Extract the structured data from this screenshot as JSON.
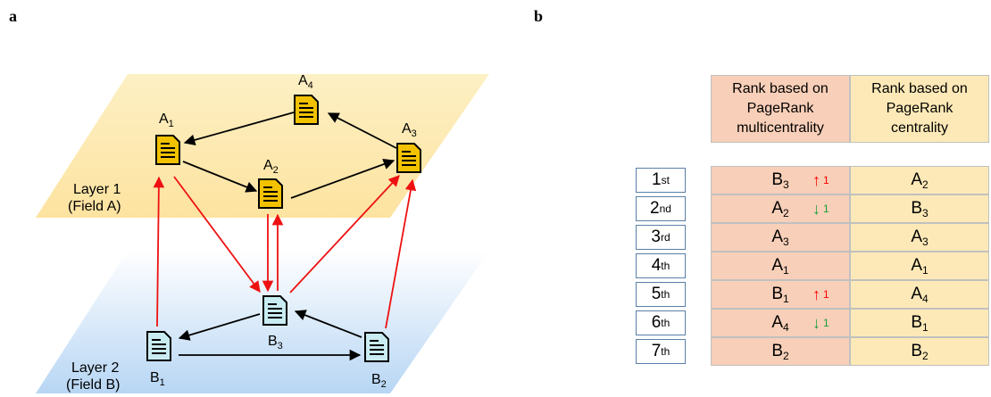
{
  "panel_a": {
    "letter": "a",
    "layer1": {
      "name": "Layer 1",
      "field": "(Field A)"
    },
    "layer2": {
      "name": "Layer 2",
      "field": "(Field B)"
    },
    "nodes": {
      "A1": {
        "base": "A",
        "sub": "1"
      },
      "A2": {
        "base": "A",
        "sub": "2"
      },
      "A3": {
        "base": "A",
        "sub": "3"
      },
      "A4": {
        "base": "A",
        "sub": "4"
      },
      "B1": {
        "base": "B",
        "sub": "1"
      },
      "B2": {
        "base": "B",
        "sub": "2"
      },
      "B3": {
        "base": "B",
        "sub": "3"
      }
    },
    "intra_edges": [
      [
        "A4",
        "A1"
      ],
      [
        "A3",
        "A4"
      ],
      [
        "A1",
        "A2"
      ],
      [
        "A2",
        "A3"
      ],
      [
        "B3",
        "B1"
      ],
      [
        "B1",
        "B2"
      ],
      [
        "B2",
        "B3"
      ]
    ],
    "inter_edges": [
      [
        "B1",
        "A1"
      ],
      [
        "A1",
        "B3"
      ],
      [
        "A2",
        "B3"
      ],
      [
        "B3",
        "A2"
      ],
      [
        "B3",
        "A3"
      ],
      [
        "B2",
        "A3"
      ]
    ],
    "colors": {
      "layer1": "#fde9a8",
      "layer2": "#d6e8fa",
      "doc_a": "#f2c200",
      "doc_b": "#c8ecf2",
      "intra_edge": "#000000",
      "inter_edge": "#ee1111"
    }
  },
  "panel_b": {
    "letter": "b",
    "headers": {
      "multicentrality": [
        "Rank based on",
        "PageRank",
        "multicentrality"
      ],
      "centrality": [
        "Rank based on",
        "PageRank",
        "centrality"
      ]
    },
    "rows": [
      {
        "rank": "1",
        "suffix": "st",
        "multi": {
          "base": "B",
          "sub": "3"
        },
        "change": {
          "dir": "up",
          "value": "1"
        },
        "cent": {
          "base": "A",
          "sub": "2"
        }
      },
      {
        "rank": "2",
        "suffix": "nd",
        "multi": {
          "base": "A",
          "sub": "2"
        },
        "change": {
          "dir": "down",
          "value": "1"
        },
        "cent": {
          "base": "B",
          "sub": "3"
        }
      },
      {
        "rank": "3",
        "suffix": "rd",
        "multi": {
          "base": "A",
          "sub": "3"
        },
        "change": null,
        "cent": {
          "base": "A",
          "sub": "3"
        }
      },
      {
        "rank": "4",
        "suffix": "th",
        "multi": {
          "base": "A",
          "sub": "1"
        },
        "change": null,
        "cent": {
          "base": "A",
          "sub": "1"
        }
      },
      {
        "rank": "5",
        "suffix": "th",
        "multi": {
          "base": "B",
          "sub": "1"
        },
        "change": {
          "dir": "up",
          "value": "1"
        },
        "cent": {
          "base": "A",
          "sub": "4"
        }
      },
      {
        "rank": "6",
        "suffix": "th",
        "multi": {
          "base": "A",
          "sub": "4"
        },
        "change": {
          "dir": "down",
          "value": "1"
        },
        "cent": {
          "base": "B",
          "sub": "1"
        }
      },
      {
        "rank": "7",
        "suffix": "th",
        "multi": {
          "base": "B",
          "sub": "2"
        },
        "change": null,
        "cent": {
          "base": "B",
          "sub": "2"
        }
      }
    ],
    "colors": {
      "multicentrality": "#f8cfb8",
      "centrality": "#fde9b7",
      "up": "#ff0000",
      "down": "#1a9e3a"
    }
  }
}
